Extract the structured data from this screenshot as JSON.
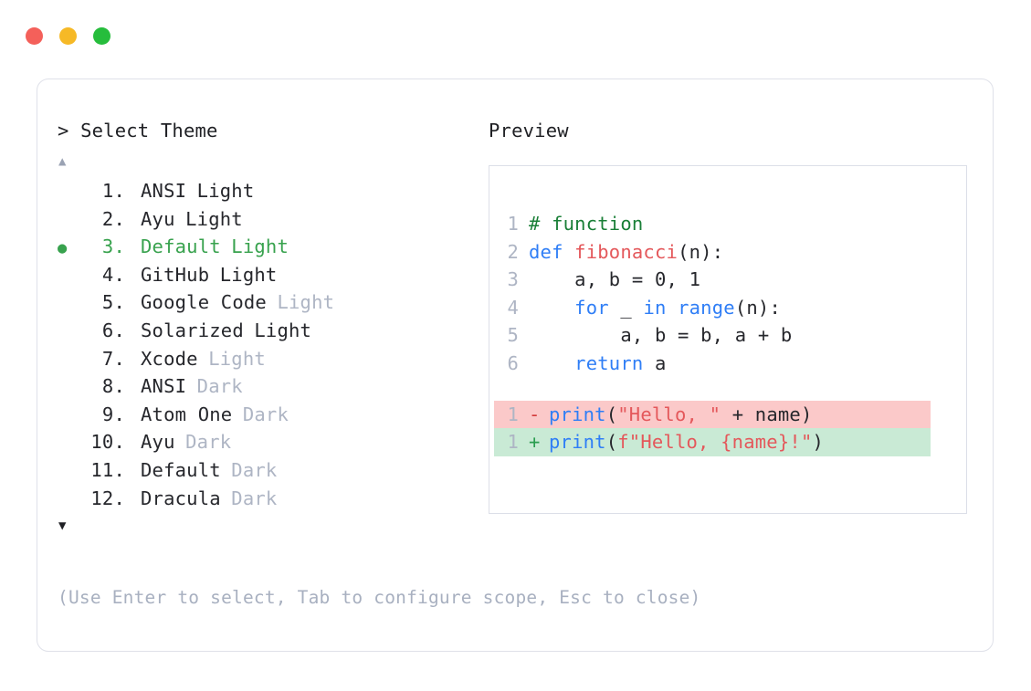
{
  "window": {
    "traffic_lights": [
      {
        "name": "close",
        "color": "#f4605a"
      },
      {
        "name": "minimize",
        "color": "#f6b926"
      },
      {
        "name": "maximize",
        "color": "#26bd3c"
      }
    ]
  },
  "selector": {
    "prompt": "> Select Theme",
    "scroll_up_glyph": "▲",
    "scroll_down_glyph": "▼",
    "selected_index": 3,
    "selected_bullet": "●",
    "accent_color": "#38a24e",
    "items": [
      {
        "number": "1.",
        "name": "ANSI",
        "variant": "Light",
        "variant_muted": false,
        "selected": false
      },
      {
        "number": "2.",
        "name": "Ayu",
        "variant": "Light",
        "variant_muted": false,
        "selected": false
      },
      {
        "number": "3.",
        "name": "Default",
        "variant": "Light",
        "variant_muted": false,
        "selected": true
      },
      {
        "number": "4.",
        "name": "GitHub",
        "variant": "Light",
        "variant_muted": false,
        "selected": false
      },
      {
        "number": "5.",
        "name": "Google Code",
        "variant": "Light",
        "variant_muted": true,
        "selected": false
      },
      {
        "number": "6.",
        "name": "Solarized",
        "variant": "Light",
        "variant_muted": false,
        "selected": false
      },
      {
        "number": "7.",
        "name": "Xcode",
        "variant": "Light",
        "variant_muted": true,
        "selected": false
      },
      {
        "number": "8.",
        "name": "ANSI",
        "variant": "Dark",
        "variant_muted": true,
        "selected": false
      },
      {
        "number": "9.",
        "name": "Atom One",
        "variant": "Dark",
        "variant_muted": true,
        "selected": false
      },
      {
        "number": "10.",
        "name": "Ayu",
        "variant": "Dark",
        "variant_muted": true,
        "selected": false
      },
      {
        "number": "11.",
        "name": "Default",
        "variant": "Dark",
        "variant_muted": true,
        "selected": false
      },
      {
        "number": "12.",
        "name": "Dracula",
        "variant": "Dark",
        "variant_muted": true,
        "selected": false
      }
    ]
  },
  "footer": {
    "hint": "(Use Enter to select, Tab to configure scope, Esc to close)"
  },
  "preview": {
    "title": "Preview",
    "code_lines": [
      {
        "number": "1",
        "tokens": [
          {
            "t": "# function",
            "c": "comment"
          }
        ]
      },
      {
        "number": "2",
        "tokens": [
          {
            "t": "def ",
            "c": "kw"
          },
          {
            "t": "fibonacci",
            "c": "fn"
          },
          {
            "t": "(n):",
            "c": "punct"
          }
        ]
      },
      {
        "number": "3",
        "tokens": [
          {
            "t": "    a, b = 0, 1",
            "c": "plain"
          }
        ]
      },
      {
        "number": "4",
        "tokens": [
          {
            "t": "    ",
            "c": "plain"
          },
          {
            "t": "for",
            "c": "kw"
          },
          {
            "t": " _ ",
            "c": "plain"
          },
          {
            "t": "in",
            "c": "kw"
          },
          {
            "t": " ",
            "c": "plain"
          },
          {
            "t": "range",
            "c": "kw"
          },
          {
            "t": "(n):",
            "c": "punct"
          }
        ]
      },
      {
        "number": "5",
        "tokens": [
          {
            "t": "        a, b = b, a + b",
            "c": "plain"
          }
        ]
      },
      {
        "number": "6",
        "tokens": [
          {
            "t": "    ",
            "c": "plain"
          },
          {
            "t": "return",
            "c": "kw"
          },
          {
            "t": " a",
            "c": "plain"
          }
        ]
      }
    ],
    "diff_lines": [
      {
        "number": "1",
        "marker": "-",
        "kind": "removed",
        "background": "#fbc9c9",
        "tokens": [
          {
            "t": "print",
            "c": "kw"
          },
          {
            "t": "(",
            "c": "punct"
          },
          {
            "t": "\"Hello, \"",
            "c": "str"
          },
          {
            "t": " + name)",
            "c": "plain"
          }
        ]
      },
      {
        "number": "1",
        "marker": "+",
        "kind": "added",
        "background": "#c9ead5",
        "tokens": [
          {
            "t": "print",
            "c": "kw"
          },
          {
            "t": "(",
            "c": "punct"
          },
          {
            "t": "f\"Hello, {name}!\"",
            "c": "str"
          },
          {
            "t": ")",
            "c": "punct"
          }
        ]
      }
    ]
  }
}
